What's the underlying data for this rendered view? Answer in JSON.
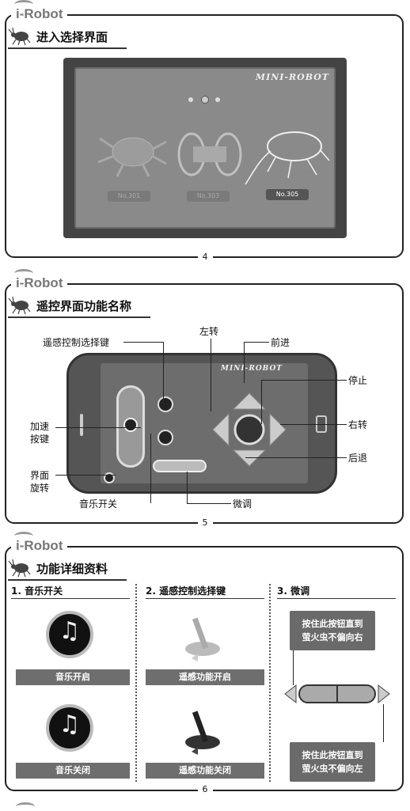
{
  "brand": "i-Robot",
  "section1": {
    "title": "进入选择界面",
    "logo": "MINI-ROBOT",
    "robots": [
      "No.301",
      "No.303",
      "No.305"
    ],
    "page": "4"
  },
  "section2": {
    "title": "遥控界面功能名称",
    "logo": "MINI-ROBOT",
    "callouts": {
      "remote_select": "遥感控制选择键",
      "turn_left": "左转",
      "forward": "前进",
      "stop": "停止",
      "accelerate_1": "加速",
      "accelerate_2": "按键",
      "turn_right": "右转",
      "backward": "后退",
      "rotate_1": "界面",
      "rotate_2": "旋转",
      "music": "音乐开关",
      "fine_tune": "微调"
    },
    "page": "5"
  },
  "section3": {
    "title": "功能详细资料",
    "columns": [
      {
        "title": "1. 音乐开关",
        "labels": [
          "音乐开启",
          "音乐关闭"
        ]
      },
      {
        "title": "2. 遥感控制选择键",
        "labels": [
          "遥感功能开启",
          "遥感功能关闭"
        ]
      },
      {
        "title": "3. 微调",
        "notes": [
          "按住此按钮直到萤火虫不偏向右",
          "按住此按钮直到萤火虫不偏向左"
        ]
      }
    ],
    "note_lines": [
      [
        "按住此按钮直到",
        "萤火虫不偏向右"
      ],
      [
        "按住此按钮直到",
        "萤火虫不偏向左"
      ]
    ],
    "page": "6"
  }
}
